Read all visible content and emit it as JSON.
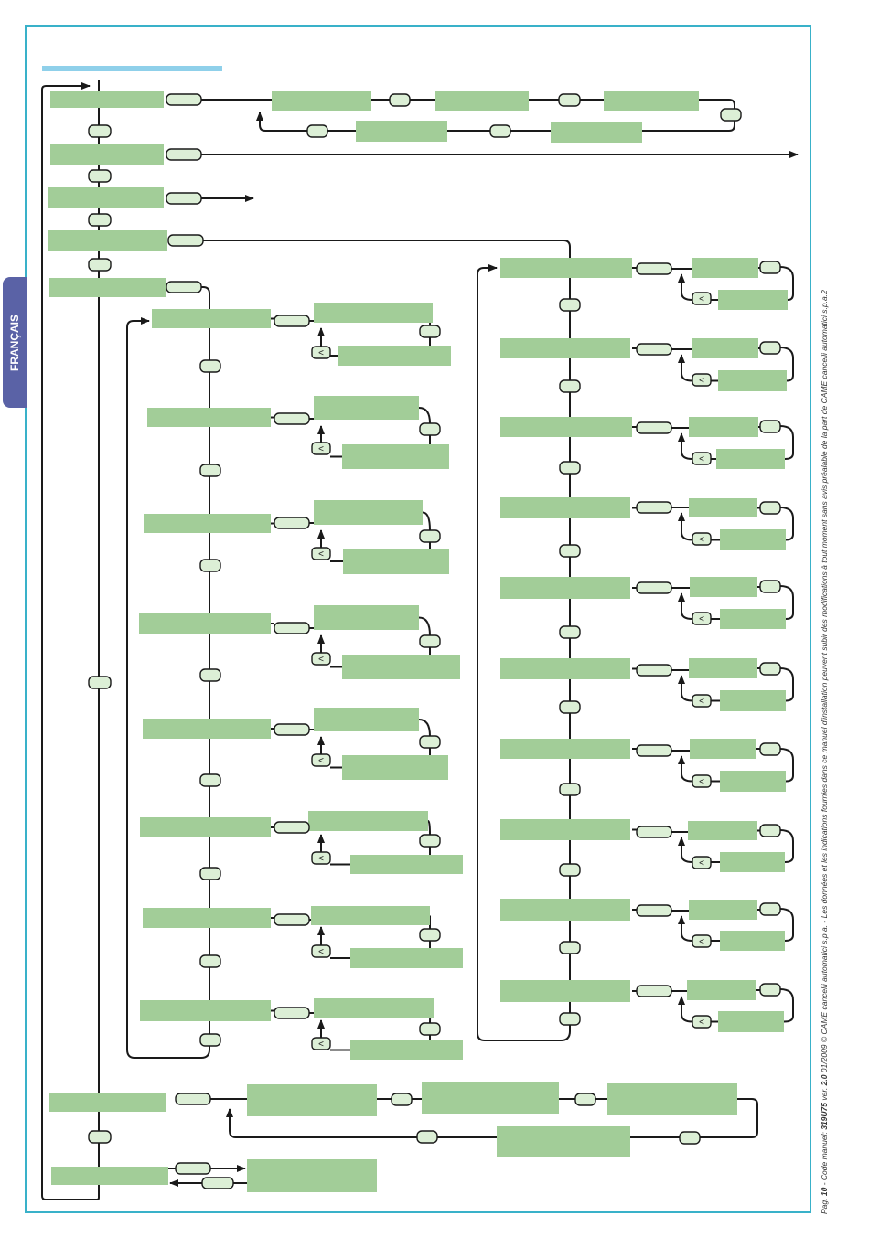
{
  "language_tab": "FRANÇAIS",
  "footer": {
    "page_prefix": "Pag.",
    "page_number": "10",
    "manual_prefix": "- Code manuel:",
    "manual_code": "319U75",
    "version_prefix": "ver.",
    "version": "2.0",
    "date": "01/2009",
    "notice": "© CAME cancelli automatici s.p.a. - Les données et les indications fournies dans ce manuel d'installation peuvent subir des modifications à tout moment sans avis préalable de la part de CAME cancelli automatici s.p.a.2"
  },
  "back_key_glyph": "<",
  "colors": {
    "box_fill": "#a2cd98",
    "key_fill": "#dcefd6",
    "line": "#1a1a1a",
    "frame": "#39b1c9",
    "top_bar": "#8fd0ea",
    "tab": "#5a62a6"
  }
}
